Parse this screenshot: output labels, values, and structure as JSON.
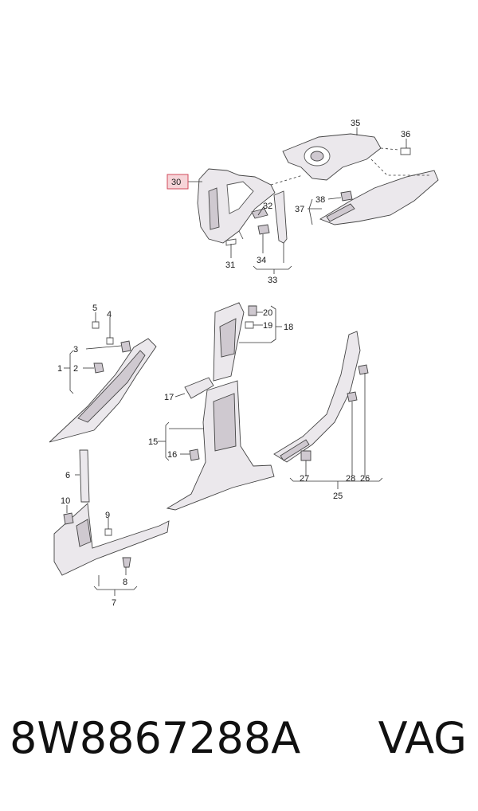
{
  "labels": {
    "l1": "1",
    "l2": "2",
    "l3": "3",
    "l4": "4",
    "l5": "5",
    "l6": "6",
    "l7": "7",
    "l8": "8",
    "l9": "9",
    "l10": "10",
    "l15": "15",
    "l16": "16",
    "l17": "17",
    "l18": "18",
    "l19": "19",
    "l20": "20",
    "l25": "25",
    "l26": "26",
    "l27": "27",
    "l28": "28",
    "l30": "30",
    "l31": "31",
    "l32": "32",
    "l33": "33",
    "l34": "34",
    "l35": "35",
    "l36": "36",
    "l37": "37",
    "l38": "38"
  },
  "highlight_color": "#d24a5a",
  "footer": {
    "part_number": "8W8867288A",
    "brand": "VAG"
  }
}
